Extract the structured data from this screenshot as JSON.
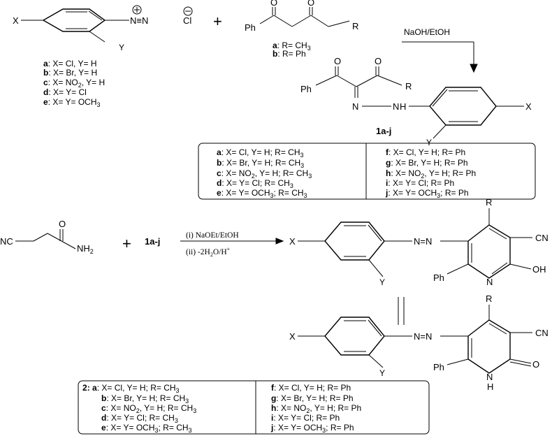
{
  "reactant_salt": {
    "x": "X",
    "y": "Y",
    "n_plus": "⊕",
    "diazo": "N≡N",
    "cl": "Cl",
    "cl_minus": "⊖",
    "legend": [
      [
        "a",
        ": X= Cl, Y= H"
      ],
      [
        "b",
        ": X= Br, Y= H"
      ],
      [
        "c",
        ": X= NO",
        "2",
        ", Y= H"
      ],
      [
        "d",
        ": X= Y= Cl"
      ],
      [
        "e",
        ": X= Y= OCH",
        "3",
        ""
      ]
    ]
  },
  "plus_sign": "+",
  "diketone": {
    "ph": "Ph",
    "o1": "O",
    "o2": "O",
    "r": "R",
    "legend": [
      [
        "a",
        ": R= CH",
        "3"
      ],
      [
        "b",
        ": R= Ph",
        ""
      ]
    ]
  },
  "step1_reagent": "NaOH/EtOH",
  "hydrazone": {
    "ph": "Ph",
    "o1": "O",
    "o2": "O",
    "r": "R",
    "n": "N",
    "hn": "H",
    "hn_n": "N",
    "x": "X",
    "y": "Y",
    "label": "1a-j"
  },
  "table1": {
    "left": [
      [
        "a",
        ": X= Cl, Y= H; R= CH",
        "3",
        ""
      ],
      [
        "b",
        ": X= Br, Y= H; R= CH",
        "3",
        ""
      ],
      [
        "c",
        ": X= NO",
        "2",
        ", Y= H; R= CH",
        "3"
      ],
      [
        "d",
        ": X= Y= Cl; R= CH",
        "3",
        ""
      ],
      [
        "e",
        ": X= Y= OCH",
        "3",
        "; R= CH",
        "3"
      ]
    ],
    "right": [
      [
        "f",
        ": X= Cl, Y= H; R= Ph",
        "",
        ""
      ],
      [
        "g",
        ": X= Br, Y= H; R= Ph",
        "",
        ""
      ],
      [
        "h",
        ": X= NO",
        "2",
        ", Y= H; R= Ph"
      ],
      [
        "i",
        ": X= Y= Cl; R= Ph",
        "",
        ""
      ],
      [
        "j",
        ": X= Y= OCH",
        "3",
        "; R= Ph"
      ]
    ]
  },
  "cyanoacetamide": {
    "nc": "NC",
    "o": "O",
    "nh2": "NH",
    "nh2_sub": "2"
  },
  "plus_sign2": "+",
  "reactant2": "1a-j",
  "step2_reagents": {
    "i": "(i) NaOEt/EtOH",
    "ii_prefix": "(ii) -2H",
    "ii_sub": "2",
    "ii_mid": "O/H",
    "ii_sup": "+"
  },
  "pyridine_oh": {
    "x": "X",
    "y": "Y",
    "n_azo": "N=N",
    "r": "R",
    "cn": "CN",
    "ph": "Ph",
    "n": "N",
    "oh": "OH"
  },
  "pyridone": {
    "x": "X",
    "y": "Y",
    "n_azo": "N=N",
    "r": "R",
    "cn": "CN",
    "ph": "Ph",
    "n": "N",
    "h": "H",
    "o": "O"
  },
  "table2": {
    "prefix": "2",
    "left": [
      [
        "a",
        ": X= Cl, Y= H; R= CH",
        "3",
        ""
      ],
      [
        "b",
        ": X= Br, Y= H; R= CH",
        "3",
        ""
      ],
      [
        "c",
        ": X= NO",
        "2",
        ", Y= H; R= CH",
        "3"
      ],
      [
        "d",
        ": X= Y= Cl; R= CH",
        "3",
        ""
      ],
      [
        "e",
        ": X= Y= OCH",
        "3",
        "; R= CH",
        "3"
      ]
    ],
    "right": [
      [
        "f",
        ": X= Cl, Y= H; R= Ph",
        "",
        ""
      ],
      [
        "g",
        ": X= Br, Y= H; R= Ph",
        "",
        ""
      ],
      [
        "h",
        ": X= NO",
        "2",
        ", Y= H; R= Ph"
      ],
      [
        "i",
        ": X= Y= Cl; R= Ph",
        "",
        ""
      ],
      [
        "j",
        ": X= Y= OCH",
        "3",
        "; R= Ph"
      ]
    ]
  }
}
